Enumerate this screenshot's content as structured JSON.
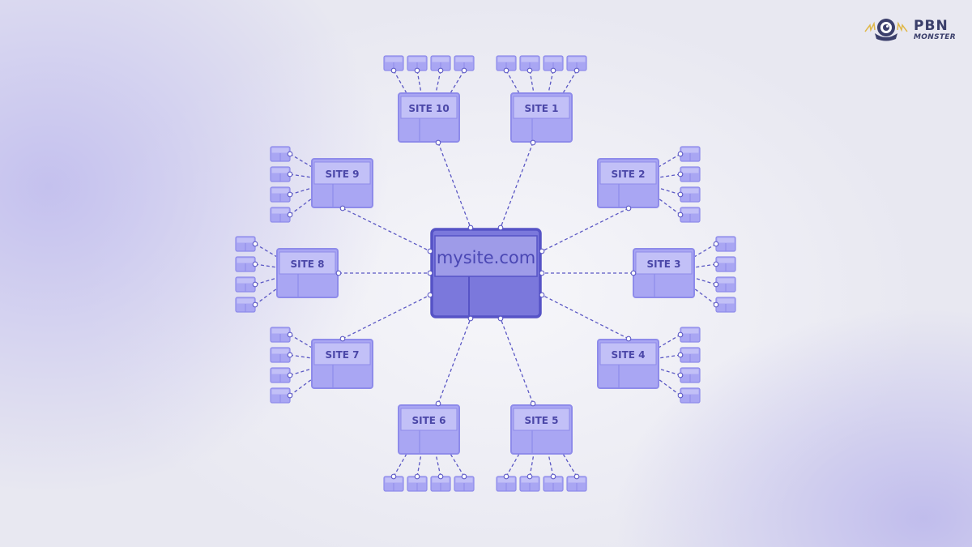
{
  "logo": {
    "brand_top": "PBN",
    "brand_bottom": "MONSTER",
    "icon": "monster-eye-icon"
  },
  "diagram": {
    "center": {
      "label": "mysite.com"
    },
    "sites": [
      {
        "label": "SITE 1",
        "children": 4
      },
      {
        "label": "SITE 2",
        "children": 4
      },
      {
        "label": "SITE 3",
        "children": 4
      },
      {
        "label": "SITE 4",
        "children": 4
      },
      {
        "label": "SITE 5",
        "children": 4
      },
      {
        "label": "SITE 6",
        "children": 4
      },
      {
        "label": "SITE 7",
        "children": 4
      },
      {
        "label": "SITE 8",
        "children": 4
      },
      {
        "label": "SITE 9",
        "children": 4
      },
      {
        "label": "SITE 10",
        "children": 4
      }
    ],
    "colors": {
      "center_border": "#5653c6",
      "center_fill": "#7b78dc",
      "center_header": "#9e9be8",
      "site_border": "#8e8bea",
      "site_fill": "#a9a6f3",
      "site_header": "#c2c0f7",
      "label_text": "#4b47a8",
      "link": "#5b58c4"
    }
  }
}
